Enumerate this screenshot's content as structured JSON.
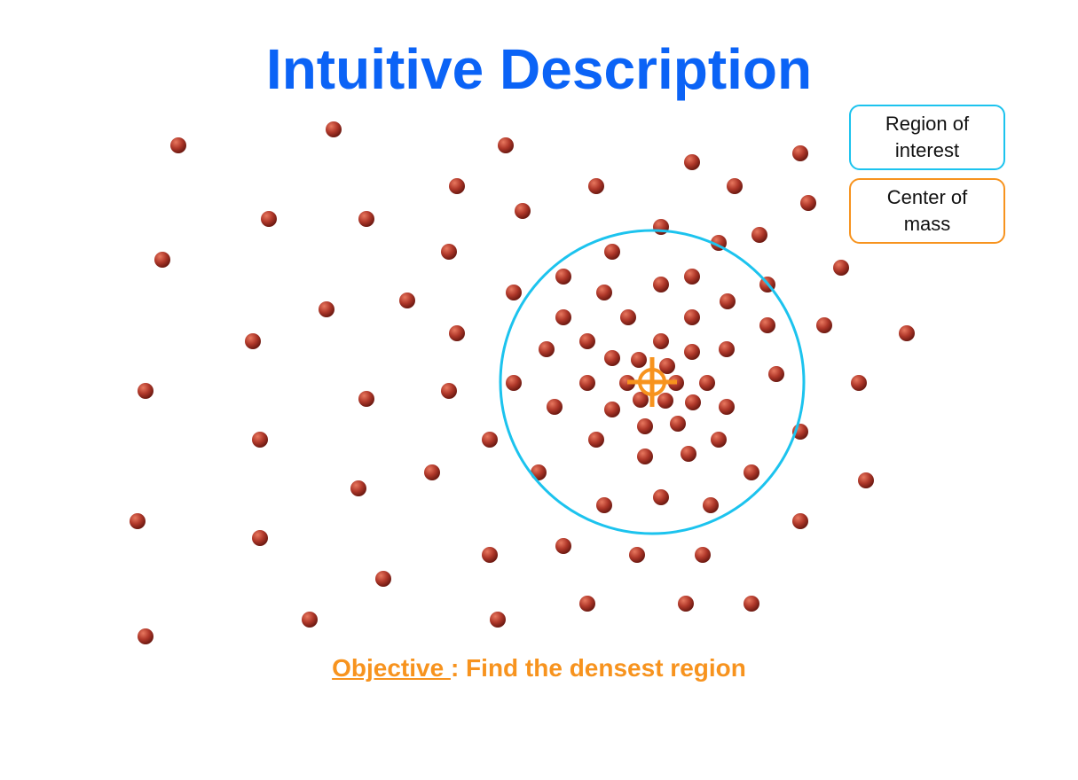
{
  "title": "Intuitive Description",
  "legend": {
    "roi_label": "Region of\ninterest",
    "com_label": "Center of\nmass"
  },
  "objective": {
    "key": "Objective ",
    "rest": ": Find the densest region"
  },
  "colors": {
    "title": "#0b63f6",
    "region_of_interest": "#1cc3ee",
    "center_of_mass": "#f7931e",
    "points": "#b0382a"
  },
  "icons": {
    "center_marker": "crosshair-icon"
  }
}
